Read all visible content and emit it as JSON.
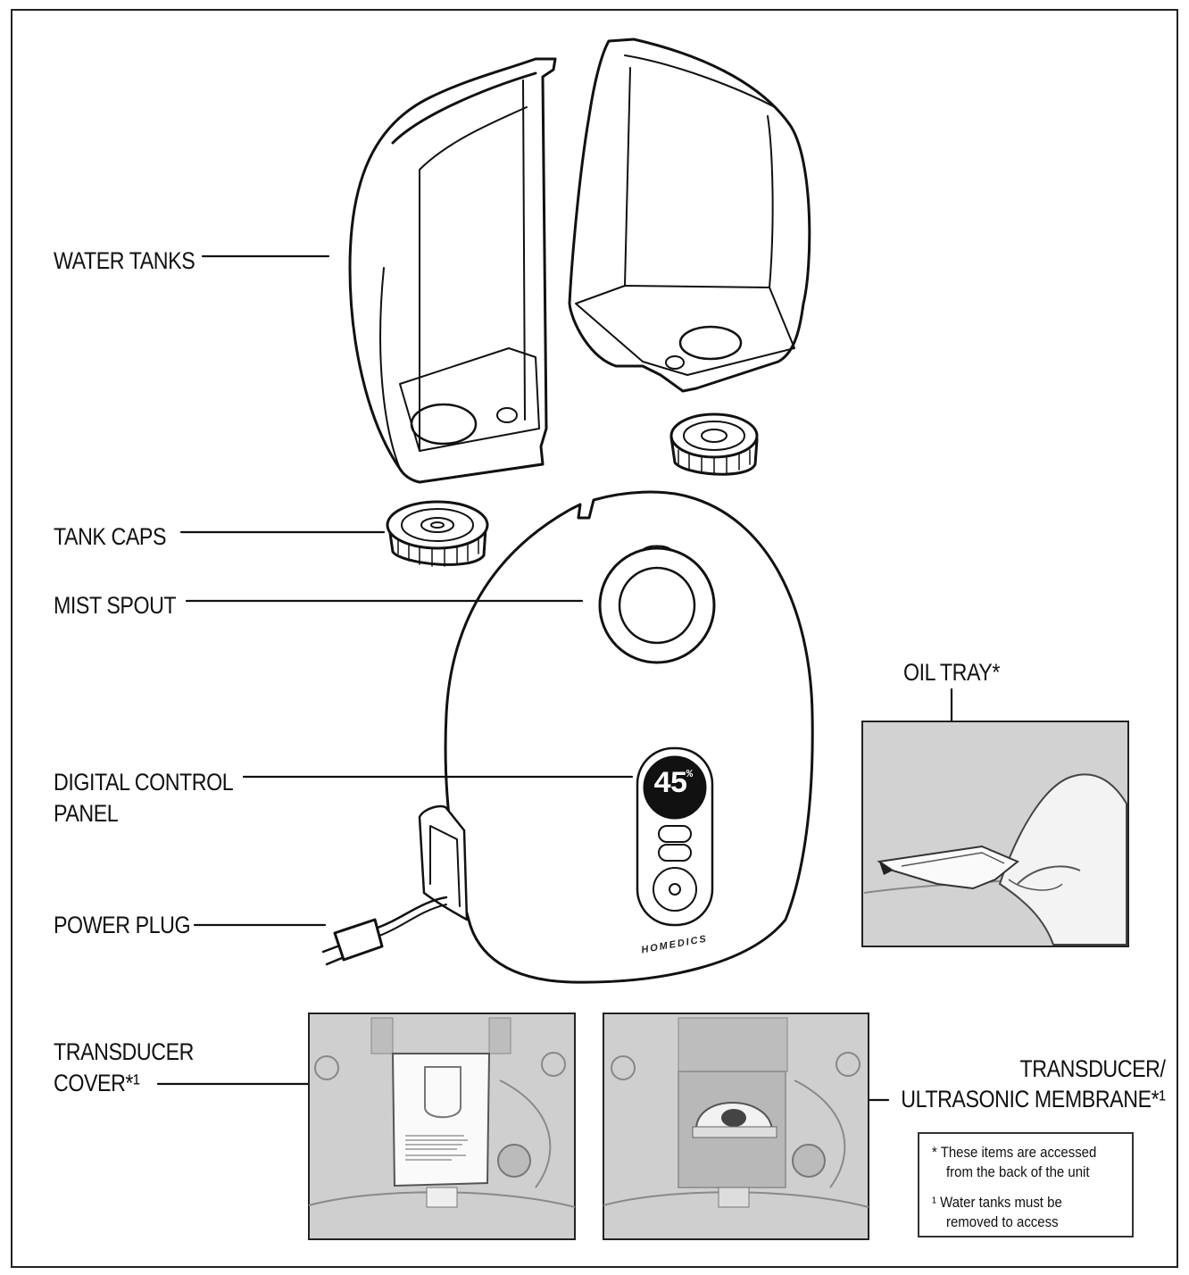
{
  "labels": {
    "water_tanks": "WATER TANKS",
    "tank_caps": "TANK CAPS",
    "mist_spout": "MIST SPOUT",
    "digital_control_panel_line1": "DIGITAL CONTROL",
    "digital_control_panel_line2": "PANEL",
    "power_plug": "POWER PLUG",
    "oil_tray": "OIL TRAY*",
    "transducer_cover_line1": "TRANSDUCER",
    "transducer_cover_line2": "COVER*¹",
    "transducer_membrane_line1": "TRANSDUCER/",
    "transducer_membrane_line2": "ULTRASONIC MEMBRANE*¹"
  },
  "display": {
    "humidity_value": "45",
    "unit": "%"
  },
  "brand_mark": "HOMEDICS",
  "note": {
    "line1": "* These items are accessed",
    "line2": "from the back of the unit",
    "line3": "¹ Water tanks must be",
    "line4": "removed to access"
  }
}
